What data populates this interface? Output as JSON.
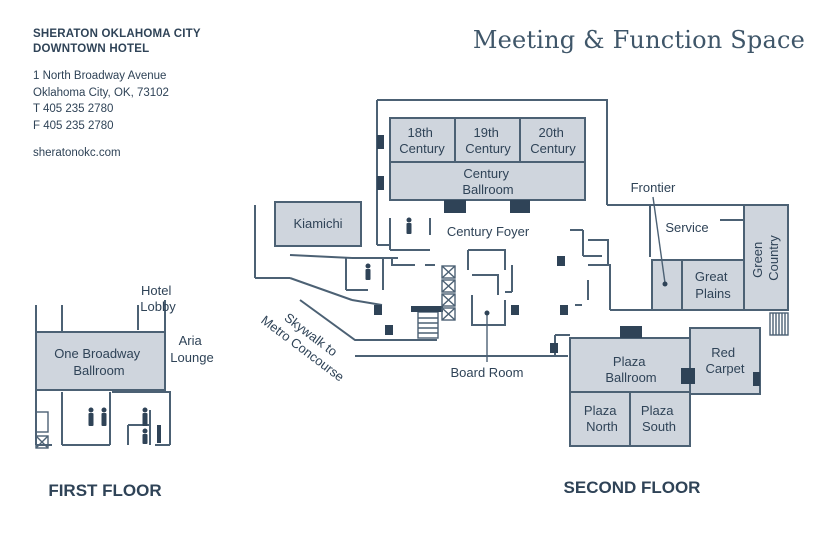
{
  "header": {
    "hotel_line1": "SHERATON OKLAHOMA CITY",
    "hotel_line2": "DOWNTOWN HOTEL",
    "address_line1": "1 North Broadway Avenue",
    "address_line2": "Oklahoma City, OK, 73102",
    "phone": "T 405 235 2780",
    "fax": "F 405 235 2780",
    "website": "sheratonokc.com"
  },
  "title": "Meeting & Function Space",
  "floors": {
    "first": "FIRST FLOOR",
    "second": "SECOND FLOOR"
  },
  "first_floor": {
    "hotel_lobby_1": "Hotel",
    "hotel_lobby_2": "Lobby",
    "aria_1": "Aria",
    "aria_2": "Lounge",
    "one_broadway_1": "One Broadway",
    "one_broadway_2": "Ballroom"
  },
  "second_floor": {
    "r18_1": "18th",
    "r18_2": "Century",
    "r19_1": "19th",
    "r19_2": "Century",
    "r20_1": "20th",
    "r20_2": "Century",
    "century_1": "Century",
    "century_2": "Ballroom",
    "kiamichi": "Kiamichi",
    "century_foyer": "Century Foyer",
    "frontier": "Frontier",
    "service": "Service",
    "great_1": "Great",
    "great_2": "Plains",
    "green_1": "Green",
    "green_2": "Country",
    "skywalk_1": "Skywalk to",
    "skywalk_2": "Metro Concourse",
    "board_room": "Board Room",
    "red_1": "Red",
    "red_2": "Carpet",
    "plaza_1": "Plaza",
    "plaza_2": "Ballroom",
    "plaza_north_1": "Plaza",
    "plaza_north_2": "North",
    "plaza_south_1": "Plaza",
    "plaza_south_2": "South"
  }
}
